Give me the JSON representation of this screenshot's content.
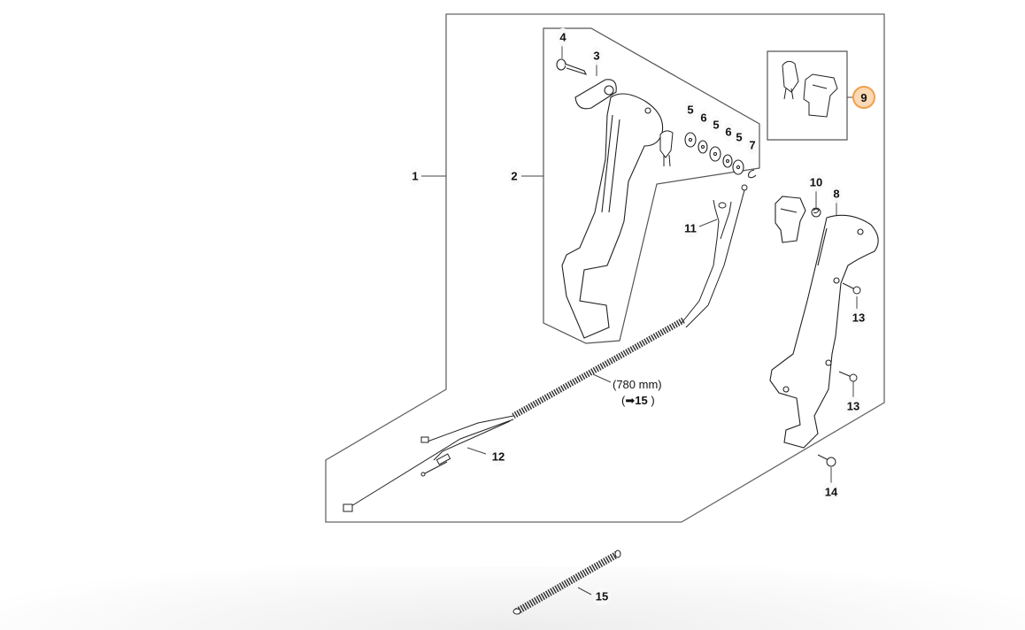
{
  "diagram": {
    "type": "exploded-parts-diagram",
    "callouts": [
      {
        "id": "1",
        "label": "1"
      },
      {
        "id": "2",
        "label": "2"
      },
      {
        "id": "3",
        "label": "3"
      },
      {
        "id": "4",
        "label": "4"
      },
      {
        "id": "5a",
        "label": "5"
      },
      {
        "id": "6a",
        "label": "6"
      },
      {
        "id": "5b",
        "label": "5"
      },
      {
        "id": "6b",
        "label": "6"
      },
      {
        "id": "5c",
        "label": "5"
      },
      {
        "id": "7",
        "label": "7"
      },
      {
        "id": "8",
        "label": "8"
      },
      {
        "id": "9",
        "label": "9",
        "highlighted": true
      },
      {
        "id": "10",
        "label": "10"
      },
      {
        "id": "11",
        "label": "11"
      },
      {
        "id": "12",
        "label": "12"
      },
      {
        "id": "13a",
        "label": "13"
      },
      {
        "id": "13b",
        "label": "13"
      },
      {
        "id": "14",
        "label": "14"
      },
      {
        "id": "15",
        "label": "15"
      }
    ],
    "cable_note": {
      "length": "(780 mm)",
      "ref_open": "(",
      "ref_arrow": "➡",
      "ref_number": "15",
      "ref_close": ")"
    },
    "colors": {
      "highlight_fill": "#fcd9b4",
      "highlight_border": "#f0a04b",
      "line": "#333333",
      "frame": "#555555"
    }
  }
}
